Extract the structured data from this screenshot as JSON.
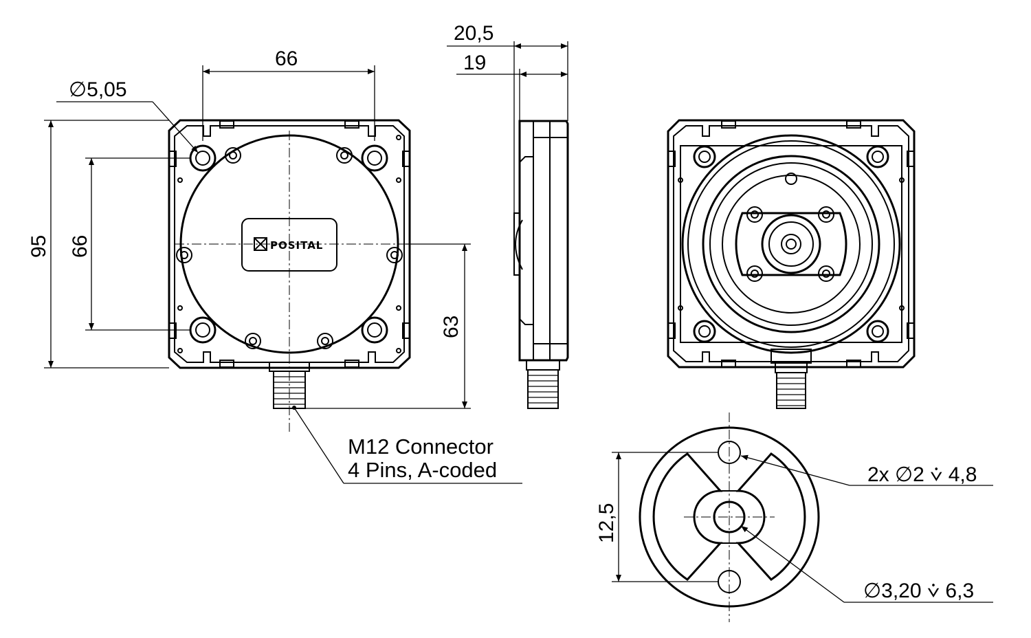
{
  "brand": {
    "logo_text": "POSITAL"
  },
  "dimensions": {
    "front_width": "66",
    "hole_diameter": "∅5,05",
    "front_height": "95",
    "hole_pitch_vertical": "66",
    "connector_offset": "63",
    "depth_total": "20,5",
    "depth_body": "19",
    "shaft_pitch": "12,5",
    "shaft_holes": "2x ∅2 ⩒ 4,8",
    "shaft_bore": "∅3,20 ⩒ 6,3"
  },
  "notes": {
    "connector_line1": "M12 Connector",
    "connector_line2": "4 Pins, A-coded"
  }
}
